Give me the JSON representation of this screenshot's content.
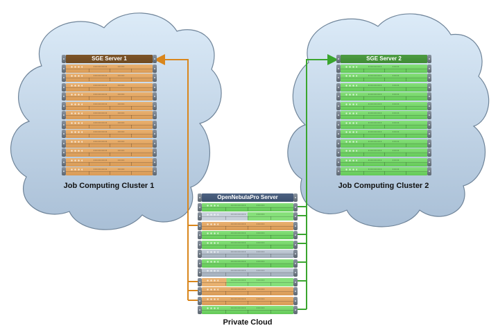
{
  "colors": {
    "orange_unit": "#e9b170",
    "orange_header": "#6e4a22",
    "green_unit": "#86e07a",
    "green_header": "#3f8b35",
    "gray_unit": "#c7d0da",
    "navy_header": "#3c506e",
    "orange_link": "#d9861c",
    "green_link": "#3aa52e",
    "cloud_fill": "#c9daea"
  },
  "clusters": [
    {
      "label": "Job Computing Cluster 1",
      "server_label": "SGE Server 1",
      "theme": "orange",
      "node_count": 12
    },
    {
      "label": "Job Computing Cluster 2",
      "server_label": "SGE Server 2",
      "theme": "green",
      "node_count": 12
    }
  ],
  "private_cloud": {
    "label": "Private Cloud",
    "server_label": "OpenNebulaPro Server",
    "nodes": [
      {
        "theme": "green",
        "link": "cluster2"
      },
      {
        "theme": "gray-green",
        "link": "cluster2"
      },
      {
        "theme": "orange",
        "link": "cluster1"
      },
      {
        "theme": "green",
        "link": "cluster2"
      },
      {
        "theme": "green",
        "link": "cluster2"
      },
      {
        "theme": "gray",
        "link": "none"
      },
      {
        "theme": "green",
        "link": "cluster2"
      },
      {
        "theme": "gray",
        "link": "none"
      },
      {
        "theme": "orange-green",
        "link": "both"
      },
      {
        "theme": "orange",
        "link": "cluster1"
      },
      {
        "theme": "orange",
        "link": "cluster1"
      },
      {
        "theme": "green",
        "link": "cluster2"
      }
    ]
  }
}
